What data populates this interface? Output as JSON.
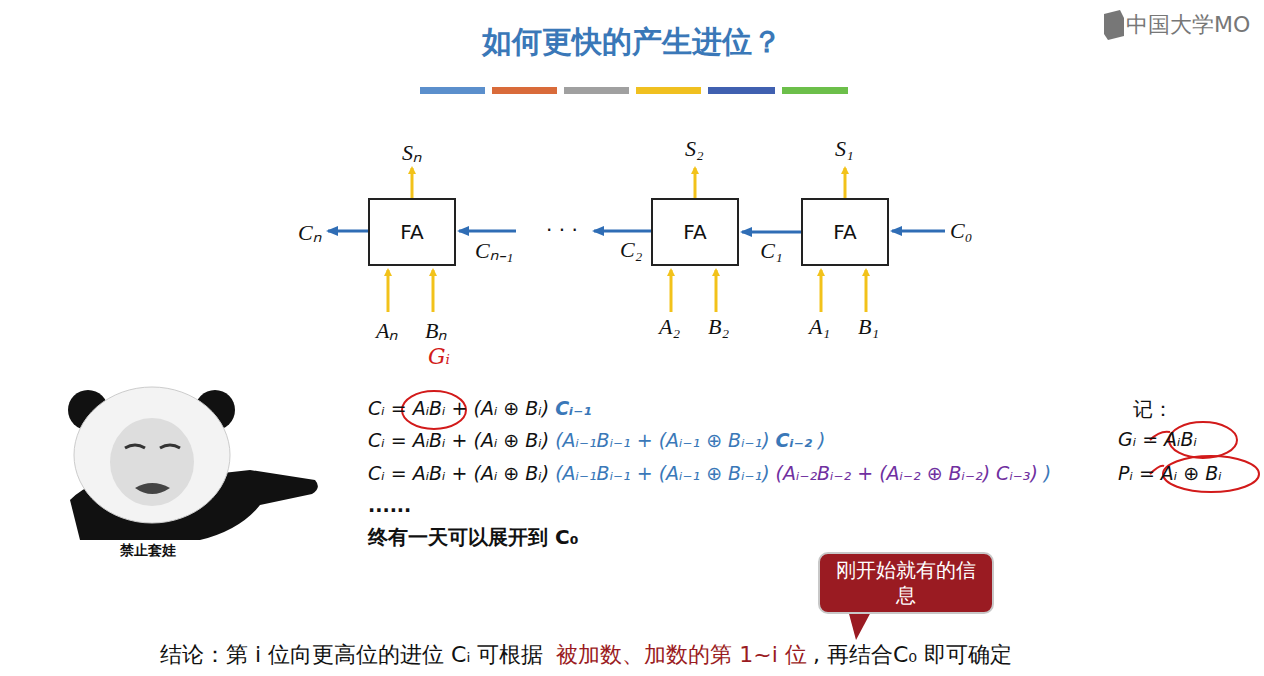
{
  "diagram": {
    "title": "如何更快的产生进位？",
    "nodes": [
      {
        "text": [
          "FA"
        ]
      },
      {
        "text": [
          "FA"
        ]
      },
      {
        "text": [
          "FA"
        ]
      },
      {
        "text": [
          "刚开始就有的信息"
        ]
      }
    ],
    "edges": [
      {
        "from": 2,
        "to": 1,
        "label": "C₁",
        "arrow": "to"
      }
    ],
    "labels": [
      "中国大学MO",
      "Sₙ",
      "S₂",
      "S₁",
      "Cₙ",
      "Cₙ₋₁",
      "· · ·",
      "C₂",
      "C₀",
      "Aₙ",
      "Bₙ",
      "A₂",
      "B₂",
      "A₁",
      "B₁",
      "Gᵢ",
      "Cᵢ = AᵢBᵢ + (Aᵢ ⊕ Bᵢ)",
      "Cᵢ₋₁",
      "Cᵢ = AᵢBᵢ + (Aᵢ ⊕ Bᵢ)",
      "(Aᵢ₋₁Bᵢ₋₁ + (Aᵢ₋₁ ⊕ Bᵢ₋₁)",
      "Cᵢ₋₂",
      ")",
      "Cᵢ = AᵢBᵢ + (Aᵢ ⊕ Bᵢ)",
      "(Aᵢ₋₁Bᵢ₋₁ + (Aᵢ₋₁ ⊕ Bᵢ₋₁)",
      "(Aᵢ₋₂Bᵢ₋₂ + (Aᵢ₋₂ ⊕ Bᵢ₋₂) Cᵢ₋₃)",
      ")",
      "......",
      "终有一天可以展开到 C₀",
      "记：",
      "Gᵢ = AᵢBᵢ",
      "Pᵢ = Aᵢ ⊕ Bᵢ",
      "禁止套娃",
      "结论：第 i 位向更高位的进位 Cᵢ 可根据 ",
      "被加数、加数的第 1~i 位",
      ", 再结合C₀ 即可确定"
    ]
  }
}
